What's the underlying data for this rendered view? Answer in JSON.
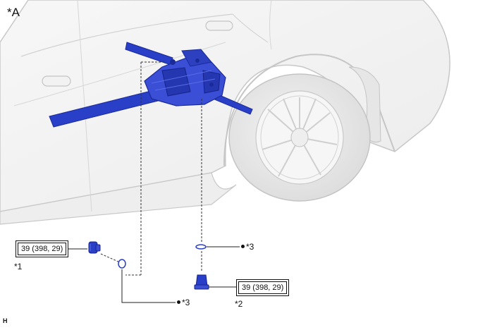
{
  "figure": {
    "view_label": "*A",
    "footer_code": "H",
    "callouts": {
      "c1": "*1",
      "c2": "*2",
      "c3_upper": "*3",
      "c3_lower": "*3"
    },
    "torque_specs": {
      "left": "39 (398, 29)",
      "right": "39 (398, 29)"
    },
    "colors": {
      "component_blue": "#2a3fc8",
      "body_outline": "#c8c8c8",
      "line": "#222222"
    }
  }
}
